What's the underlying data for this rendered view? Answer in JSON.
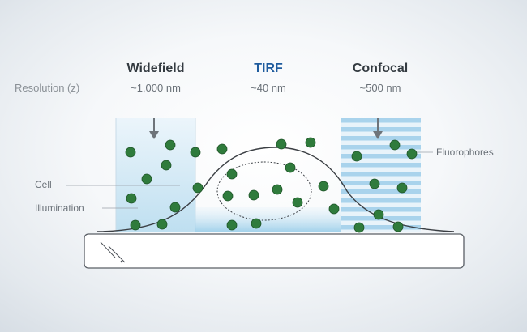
{
  "header": {
    "row_label": "Resolution (z)",
    "methods": [
      {
        "name": "Widefield",
        "resolution": "~1,000 nm"
      },
      {
        "name": "TIRF",
        "resolution": "~40 nm"
      },
      {
        "name": "Confocal",
        "resolution": "~500 nm"
      }
    ]
  },
  "labels": {
    "cell": "Cell",
    "illumination": "Illumination",
    "fluorophores": "Fluorophores"
  },
  "colors": {
    "accent": "#1f5c9e",
    "fluorophore": "#2f7b3c",
    "illumination": "#b9dcef"
  }
}
